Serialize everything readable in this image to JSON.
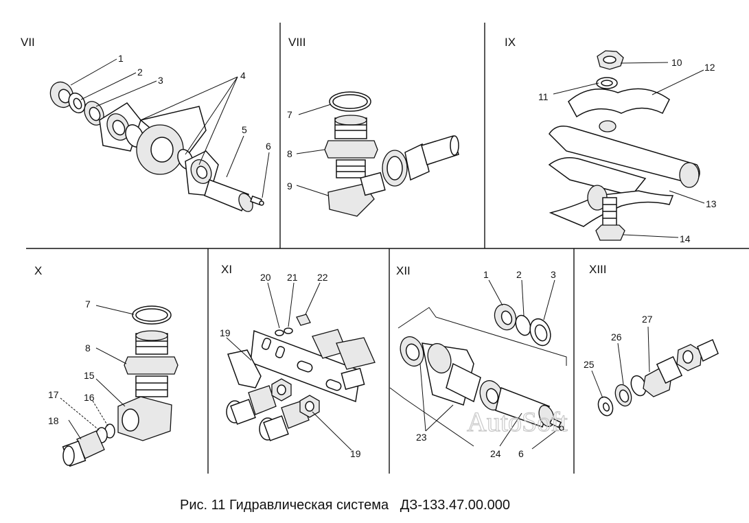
{
  "panels": {
    "p7": "VII",
    "p8": "VIII",
    "p9": "IX",
    "p10": "X",
    "p11": "XI",
    "p12": "XII",
    "p13": "XIII"
  },
  "callouts": {
    "p7": [
      "1",
      "2",
      "3",
      "4",
      "5",
      "6"
    ],
    "p8": [
      "7",
      "8",
      "9"
    ],
    "p9": [
      "10",
      "11",
      "12",
      "13",
      "14"
    ],
    "p10": [
      "7",
      "8",
      "15",
      "16",
      "17",
      "18"
    ],
    "p11": [
      "20",
      "21",
      "22",
      "19",
      "19"
    ],
    "p12": [
      "1",
      "2",
      "3",
      "23",
      "24",
      "6"
    ],
    "p13": [
      "27",
      "26",
      "25"
    ]
  },
  "caption": "Рис. 11 Гидравлическая система   ДЗ-133.47.00.000",
  "watermark": "AutoSoft"
}
